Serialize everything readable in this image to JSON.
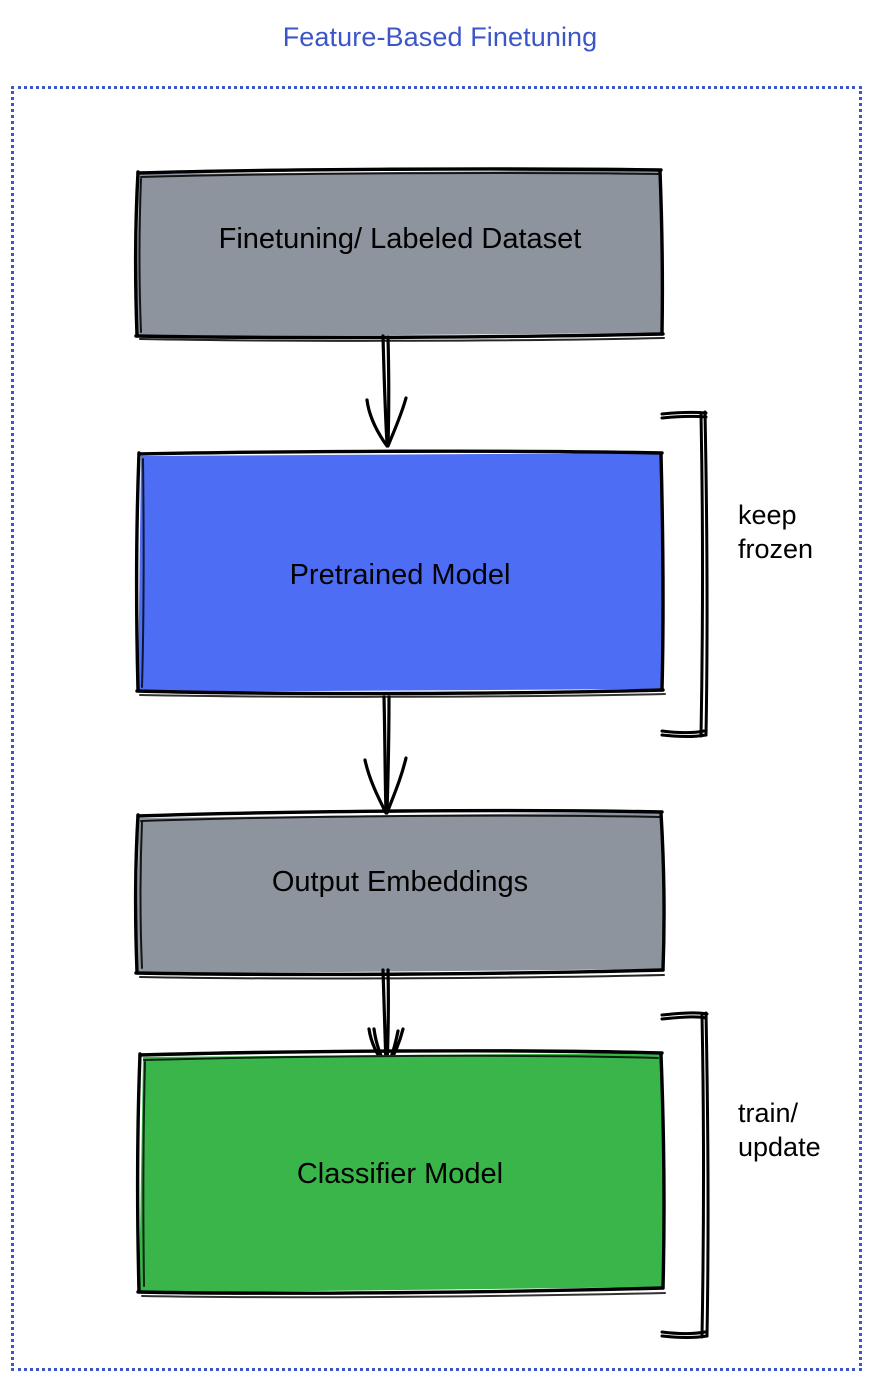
{
  "diagram": {
    "title": "Feature-Based Finetuning",
    "title_color": "#3c56c8",
    "frame_color": "#3c56c8",
    "background": "#ffffff",
    "type": "flowchart",
    "style": "hand-drawn sketch"
  },
  "nodes": [
    {
      "id": "dataset",
      "label": "Finetuning/ Labeled Dataset",
      "fill": "#8d949d",
      "stroke": "#000000",
      "shape": "rectangle"
    },
    {
      "id": "pretrained",
      "label": "Pretrained Model",
      "fill": "#4d6ef4",
      "stroke": "#000000",
      "shape": "rectangle"
    },
    {
      "id": "embeddings",
      "label": "Output Embeddings",
      "fill": "#8d949d",
      "stroke": "#000000",
      "shape": "rectangle"
    },
    {
      "id": "classifier",
      "label": "Classifier Model",
      "fill": "#39b54a",
      "stroke": "#000000",
      "shape": "rectangle"
    }
  ],
  "edges": [
    {
      "from": "dataset",
      "to": "pretrained",
      "kind": "arrow-down"
    },
    {
      "from": "pretrained",
      "to": "embeddings",
      "kind": "arrow-down"
    },
    {
      "from": "embeddings",
      "to": "classifier",
      "kind": "arrow-down"
    }
  ],
  "annotations": [
    {
      "id": "keep-frozen",
      "line1": "keep",
      "line2": "frozen",
      "targets": "pretrained",
      "marker": "bracket-right"
    },
    {
      "id": "train-update",
      "line1": "train/",
      "line2": "update",
      "targets": "classifier",
      "marker": "bracket-right"
    }
  ]
}
